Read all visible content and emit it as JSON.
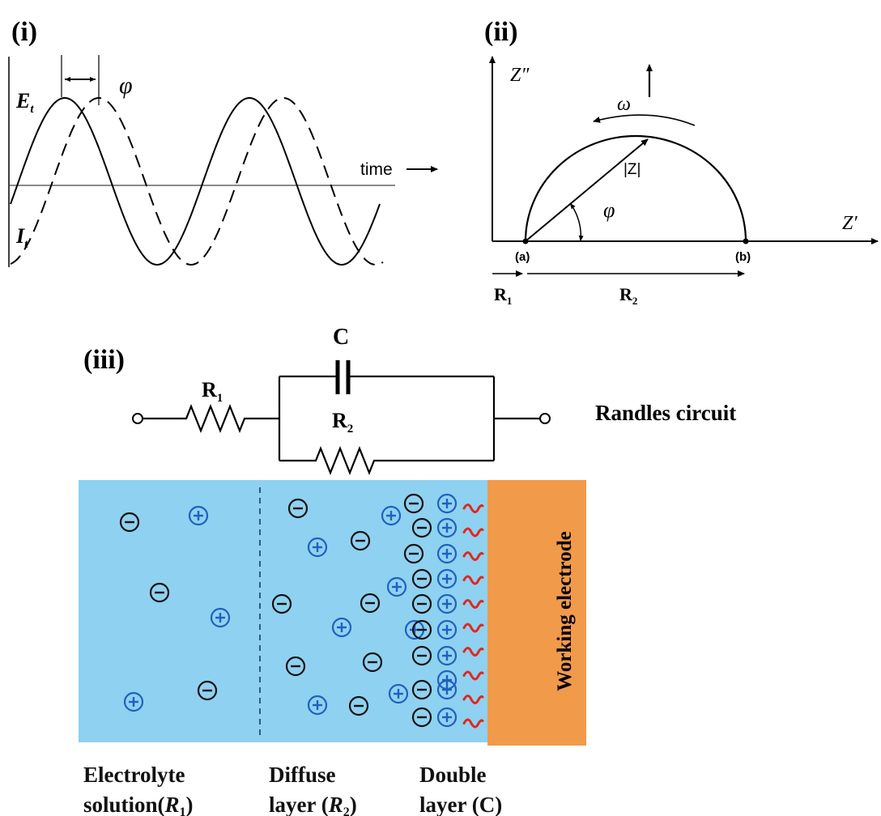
{
  "panels": {
    "i": "(i)",
    "ii": "(ii)",
    "iii": "(iii)"
  },
  "panel_i": {
    "voltage_label": "E",
    "voltage_sub": "t",
    "current_label": "I",
    "current_sub": "t",
    "phase_label": "φ",
    "time_label": "time"
  },
  "panel_ii": {
    "y_axis": "Z″",
    "x_axis": "Z′",
    "omega": "ω",
    "modulus": "|Z|",
    "phase": "φ",
    "point_a": "(a)",
    "point_b": "(b)",
    "r1": "R",
    "r1_sub": "1",
    "r2": "R",
    "r2_sub": "2"
  },
  "circuit": {
    "title": "Randles circuit",
    "capacitor": "C",
    "r1": "R",
    "r1_sub": "1",
    "r2": "R",
    "r2_sub": "2"
  },
  "electrode": {
    "label": "Working electrode",
    "cation_symbol": "+",
    "anion_symbol": "−"
  },
  "regions": [
    {
      "line1": "Electrolyte",
      "line2": "solution(",
      "var": "R",
      "sub": "1",
      "close": ")"
    },
    {
      "line1": "Diffuse",
      "line2": "layer (",
      "var": "R",
      "sub": "2",
      "close": ")"
    },
    {
      "line1": "Double",
      "line2": "layer (C)",
      "var": "",
      "sub": "",
      "close": ""
    }
  ],
  "colors": {
    "electrolyte": "#8fd1f0",
    "electrode": "#f19a4a",
    "cation": "#2060c0",
    "anion": "#111111",
    "wave": "#e0281e"
  }
}
